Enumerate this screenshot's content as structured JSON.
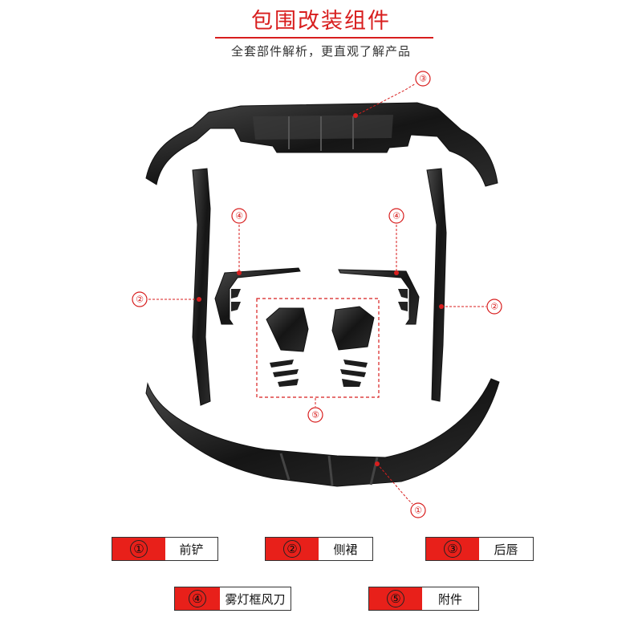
{
  "header": {
    "title": "包围改装组件",
    "subtitle": "全套部件解析，更直观了解产品",
    "accent": "#d81e1e"
  },
  "callouts": [
    {
      "num": "③"
    },
    {
      "num": "④"
    },
    {
      "num": "④"
    },
    {
      "num": "②"
    },
    {
      "num": "②"
    },
    {
      "num": "⑤"
    },
    {
      "num": "①"
    }
  ],
  "legend": [
    {
      "num": "①",
      "label": "前铲"
    },
    {
      "num": "②",
      "label": "侧裙"
    },
    {
      "num": "③",
      "label": "后唇"
    },
    {
      "num": "④",
      "label": "雾灯框风刀"
    },
    {
      "num": "⑤",
      "label": "附件"
    }
  ]
}
